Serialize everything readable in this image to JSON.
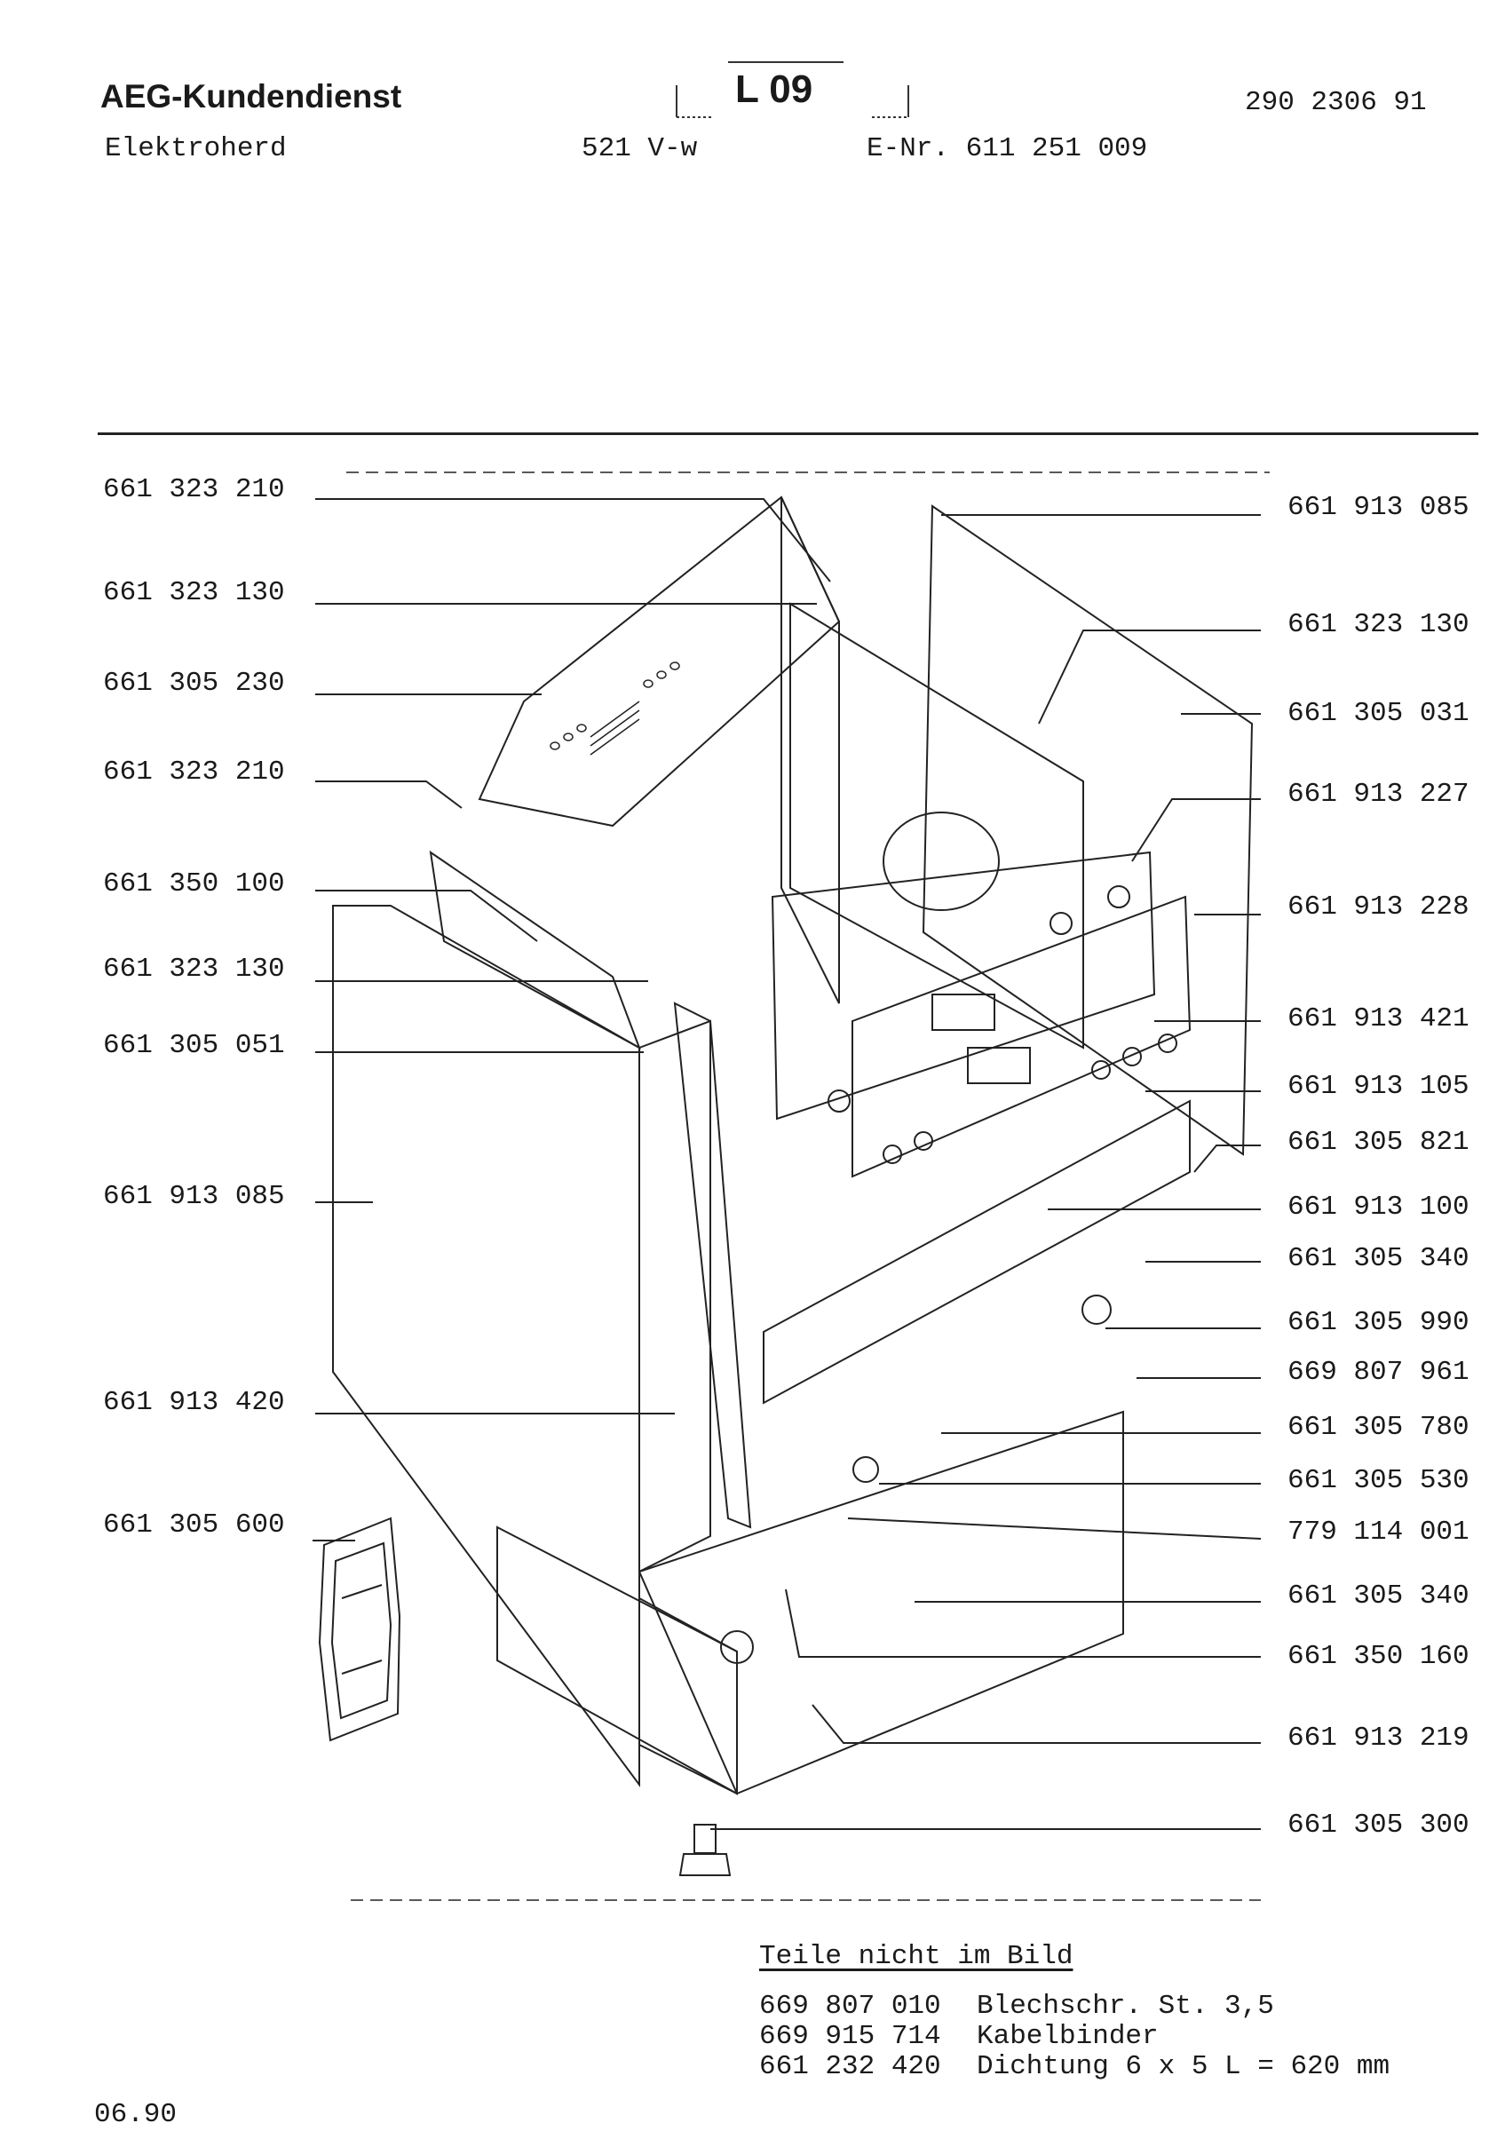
{
  "header": {
    "brand": "AEG-Kundendienst",
    "product": "Elektroherd",
    "code": "L 09",
    "model": "521 V-w",
    "enr": "E-Nr. 611 251 009",
    "doc_number": "290 2306 91"
  },
  "left_parts": [
    "661 323 210",
    "661 323 130",
    "661 305 230",
    "661 323 210",
    "661 350 100",
    "661 323 130",
    "661 305 051",
    "661 913 085",
    "661 913 420",
    "661 305 600"
  ],
  "right_parts": [
    "661 913 085",
    "661 323 130",
    "661 305 031",
    "661 913 227",
    "661 913 228",
    "661 913 421",
    "661 913 105",
    "661 305 821",
    "661 913 100",
    "661 305 340",
    "661 305 990",
    "669 807 961",
    "661 305 780",
    "661 305 530",
    "779 114 001",
    "661 305 340",
    "661 350 160",
    "661 913 219",
    "661 305 300"
  ],
  "not_shown": {
    "title": "Teile nicht im Bild",
    "items": [
      {
        "part": "669 807 010",
        "desc": "Blechschr. St. 3,5"
      },
      {
        "part": "669 915 714",
        "desc": "Kabelbinder"
      },
      {
        "part": "661 232 420",
        "desc": "Dichtung 6 x 5 L = 620 mm"
      }
    ]
  },
  "footer": {
    "date": "06.90"
  }
}
